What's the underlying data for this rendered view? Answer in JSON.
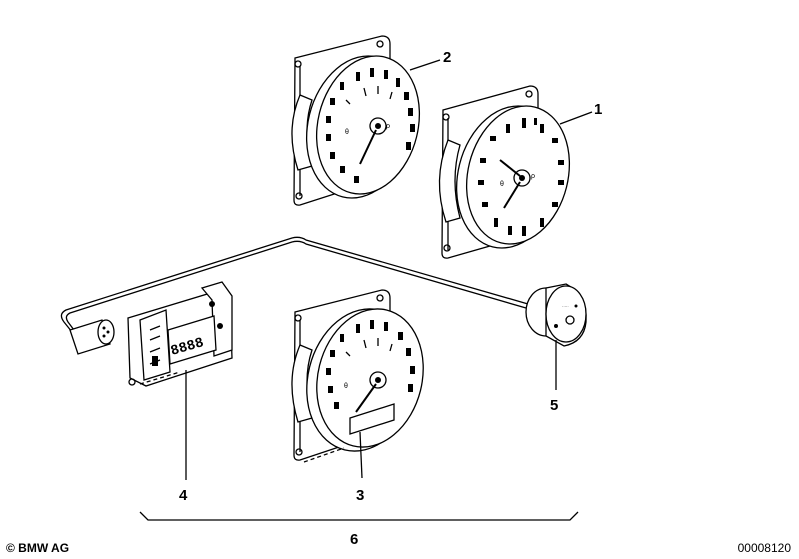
{
  "callouts": [
    {
      "id": "1",
      "label": "1"
    },
    {
      "id": "2",
      "label": "2"
    },
    {
      "id": "3",
      "label": "3"
    },
    {
      "id": "4",
      "label": "4"
    },
    {
      "id": "5",
      "label": "5"
    },
    {
      "id": "6",
      "label": "6"
    }
  ],
  "footer": {
    "copyright": "© BMW AG",
    "doc_id": "00008120"
  },
  "display_digits": "8888"
}
